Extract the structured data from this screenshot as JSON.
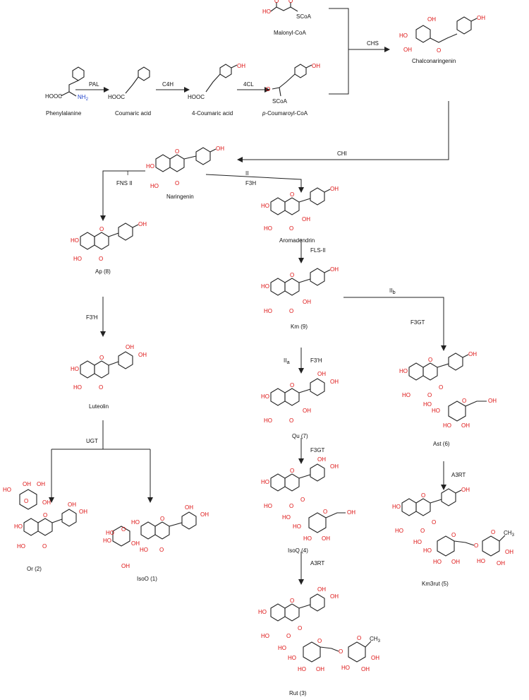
{
  "compounds": {
    "phenylalanine": "Phenylalanine",
    "coumaric_acid": "Coumaric acid",
    "four_coumaric_acid": "4-Coumaric acid",
    "p_coumaroyl_coa_italic": "p",
    "p_coumaroyl_coa_rest": "-Coumaroyl-CoA",
    "malonyl_coa": "Malonyl-CoA",
    "chalconaringenin": "Chalconaringenin",
    "naringenin": "Naringenin",
    "aromadendrin": "Aromadendrin",
    "ap": "Ap (8)",
    "km": "Km (9)",
    "luteolin": "Luteolin",
    "qu": "Qu (7)",
    "ast": "Ast  (6)",
    "or": "Or (2)",
    "isoo": "IsoO (1)",
    "isoq": "IsoQ (4)",
    "km3rut": "Km3rut  (5)",
    "rut": "Rut (3)"
  },
  "enzymes": {
    "pal": "PAL",
    "c4h": "C4H",
    "four_cl": "4CL",
    "chs": "CHS",
    "chi": "CHI",
    "fns2": "FNS II",
    "f3h": "F3H",
    "f3prime_h_left": "F3'H",
    "fls2": "FLS-II",
    "f3prime_h_right": "F3'H",
    "ugt": "UGT",
    "f3gt_right": "F3GT",
    "f3gt_mid": "F3GT",
    "a3rt_right": "A3RT",
    "a3rt_mid": "A3RT"
  },
  "branches": {
    "I": "I",
    "II": "II",
    "IIa": "II",
    "IIa_sub": "a",
    "IIb": "II",
    "IIb_sub": "b"
  },
  "atoms": {
    "hooc": "HOOC",
    "nh2": "NH",
    "nh2_sub": "2",
    "scoa": "SCoA",
    "ho": "HO",
    "oh": "OH",
    "o": "O",
    "ch3": "CH"
  },
  "colors": {
    "heteroatom": "#dd1111",
    "amine": "#2244cc",
    "bond": "#222222",
    "background": "#ffffff"
  }
}
